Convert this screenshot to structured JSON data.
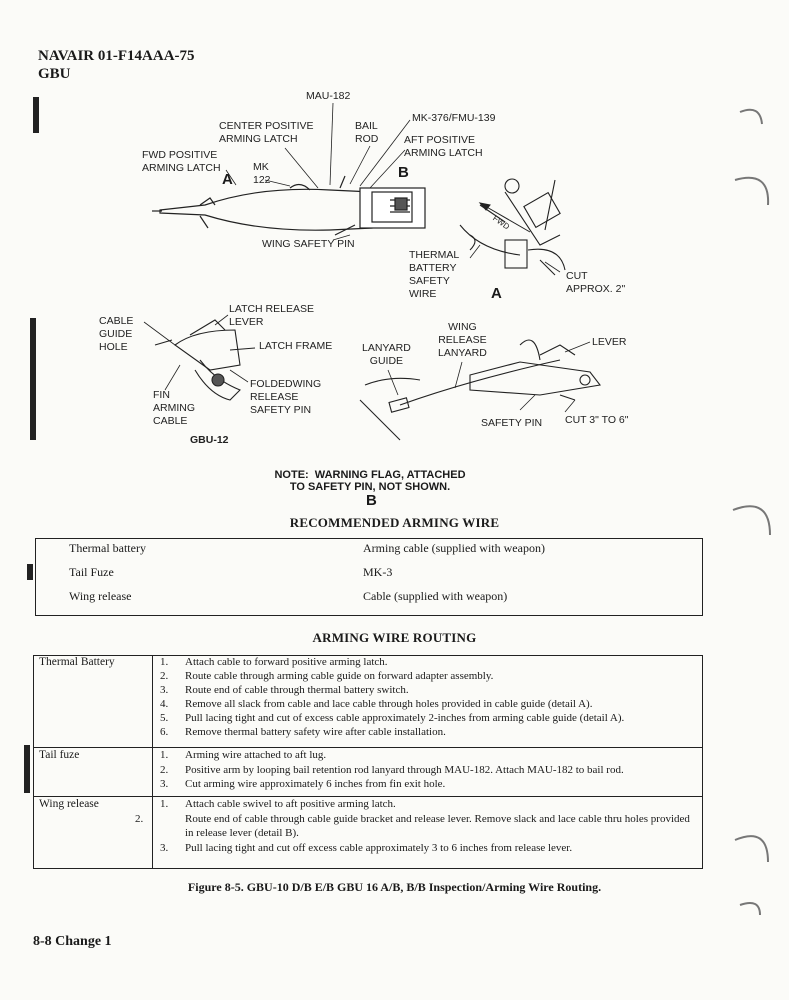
{
  "header": {
    "line1": "NAVAIR 01-F14AAA-75",
    "line2": "GBU"
  },
  "diagram_labels": {
    "mau182": "MAU-182",
    "center_latch": "CENTER POSITIVE\nARMING LATCH",
    "bail_rod": "BAIL\nROD",
    "mk376": "MK-376/FMU-139",
    "aft_latch": "AFT POSITIVE\nARMING LATCH",
    "fwd_latch": "FWD POSITIVE\nARMING LATCH",
    "mk122": "MK\n122",
    "detail_a": "A",
    "detail_b": "B",
    "wing_safety_pin": "WING SAFETY PIN",
    "fwd": "FWD",
    "thermal_battery_safety_wire": "THERMAL\nBATTERY\nSAFETY\nWIRE",
    "cut_approx": "CUT\nAPPROX. 2\"",
    "detail_a2": "A",
    "cable_guide_hole": "CABLE\nGUIDE\nHOLE",
    "latch_release_lever": "LATCH RELEASE\nLEVER",
    "latch_frame": "LATCH FRAME",
    "fin_arming_cable": "FIN\nARMING\nCABLE",
    "folded_wing_pin": "FOLDEDWING\nRELEASE\nSAFETY PIN",
    "gbu12": "GBU-12",
    "lanyard_guide": "LANYARD\nGUIDE",
    "wing_release_lanyard": "WING\nRELEASE\nLANYARD",
    "lever": "LEVER",
    "safety_pin": "SAFETY PIN",
    "cut_3_6": "CUT 3\" TO 6\"",
    "note": "NOTE:  WARNING FLAG, ATTACHED\nTO SAFETY PIN, NOT SHOWN.",
    "detail_b2": "B"
  },
  "recommended": {
    "title": "RECOMMENDED ARMING WIRE",
    "rows": [
      {
        "item": "Thermal battery",
        "wire": "Arming cable (supplied with weapon)"
      },
      {
        "item": "Tail Fuze",
        "wire": "MK-3"
      },
      {
        "item": "Wing release",
        "wire": "Cable (supplied with weapon)"
      }
    ]
  },
  "routing": {
    "title": "ARMING WIRE ROUTING",
    "sections": [
      {
        "category": "Thermal Battery",
        "steps": [
          {
            "n": "1.",
            "text": "Attach cable to forward positive arming latch."
          },
          {
            "n": "2.",
            "text": "Route cable through arming cable guide on forward adapter assembly."
          },
          {
            "n": "3.",
            "text": "Route end of cable through thermal battery switch."
          },
          {
            "n": "4.",
            "text": "Remove all slack from cable and lace cable through holes provided in cable guide (detail A)."
          },
          {
            "n": "5.",
            "text": "Pull lacing tight and cut of excess cable approximately 2-inches from  arming cable guide (detail A)."
          },
          {
            "n": "6.",
            "text": "Remove thermal battery safety wire after cable installation."
          }
        ]
      },
      {
        "category": "Tail fuze",
        "steps": [
          {
            "n": "1.",
            "text": "Arming wire attached to aft lug."
          },
          {
            "n": "2.",
            "text": "Positive arm by looping bail retention rod lanyard through MAU-182. Attach MAU-182 to bail rod."
          },
          {
            "n": "3.",
            "text": "Cut arming wire approximately 6 inches from fin exit hole."
          }
        ]
      },
      {
        "category": "Wing release",
        "steps": [
          {
            "n": "1.",
            "text": "Attach cable swivel to aft positive arming latch."
          },
          {
            "n": "2.",
            "text": "Route end of cable through cable guide bracket and release lever. Remove slack and lace cable thru holes provided in release lever (detail B)."
          },
          {
            "n": "3.",
            "text": "Pull lacing tight and cut off excess cable approximately 3 to 6 inches from  release lever."
          }
        ]
      }
    ]
  },
  "caption": "Figure 8-5. GBU-10 D/B E/B GBU 16 A/B, B/B Inspection/Arming Wire Routing.",
  "footer": "8-8  Change 1"
}
